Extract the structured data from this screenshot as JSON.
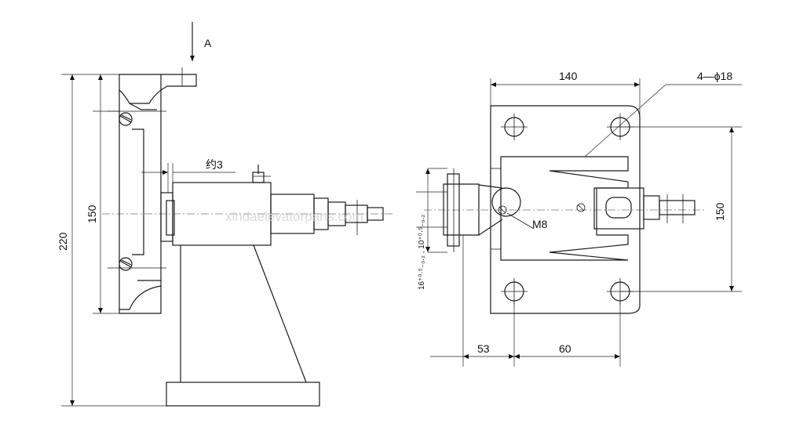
{
  "view_marker": "A",
  "left_view": {
    "dim_total_height": "220",
    "dim_inner_height": "150",
    "dim_gap": "约3"
  },
  "right_view": {
    "dim_width": "140",
    "dim_holes": "4—ϕ18",
    "dim_hole_spacing": "150",
    "dim_offset_a": "53",
    "dim_offset_b": "60",
    "dim_tolerance": "16⁺⁰·⁵₋₀.₂ , 10⁺⁰·⁵₋₀.₂",
    "thread_label": "M8"
  },
  "watermark": "xindaelevatorparts.com"
}
